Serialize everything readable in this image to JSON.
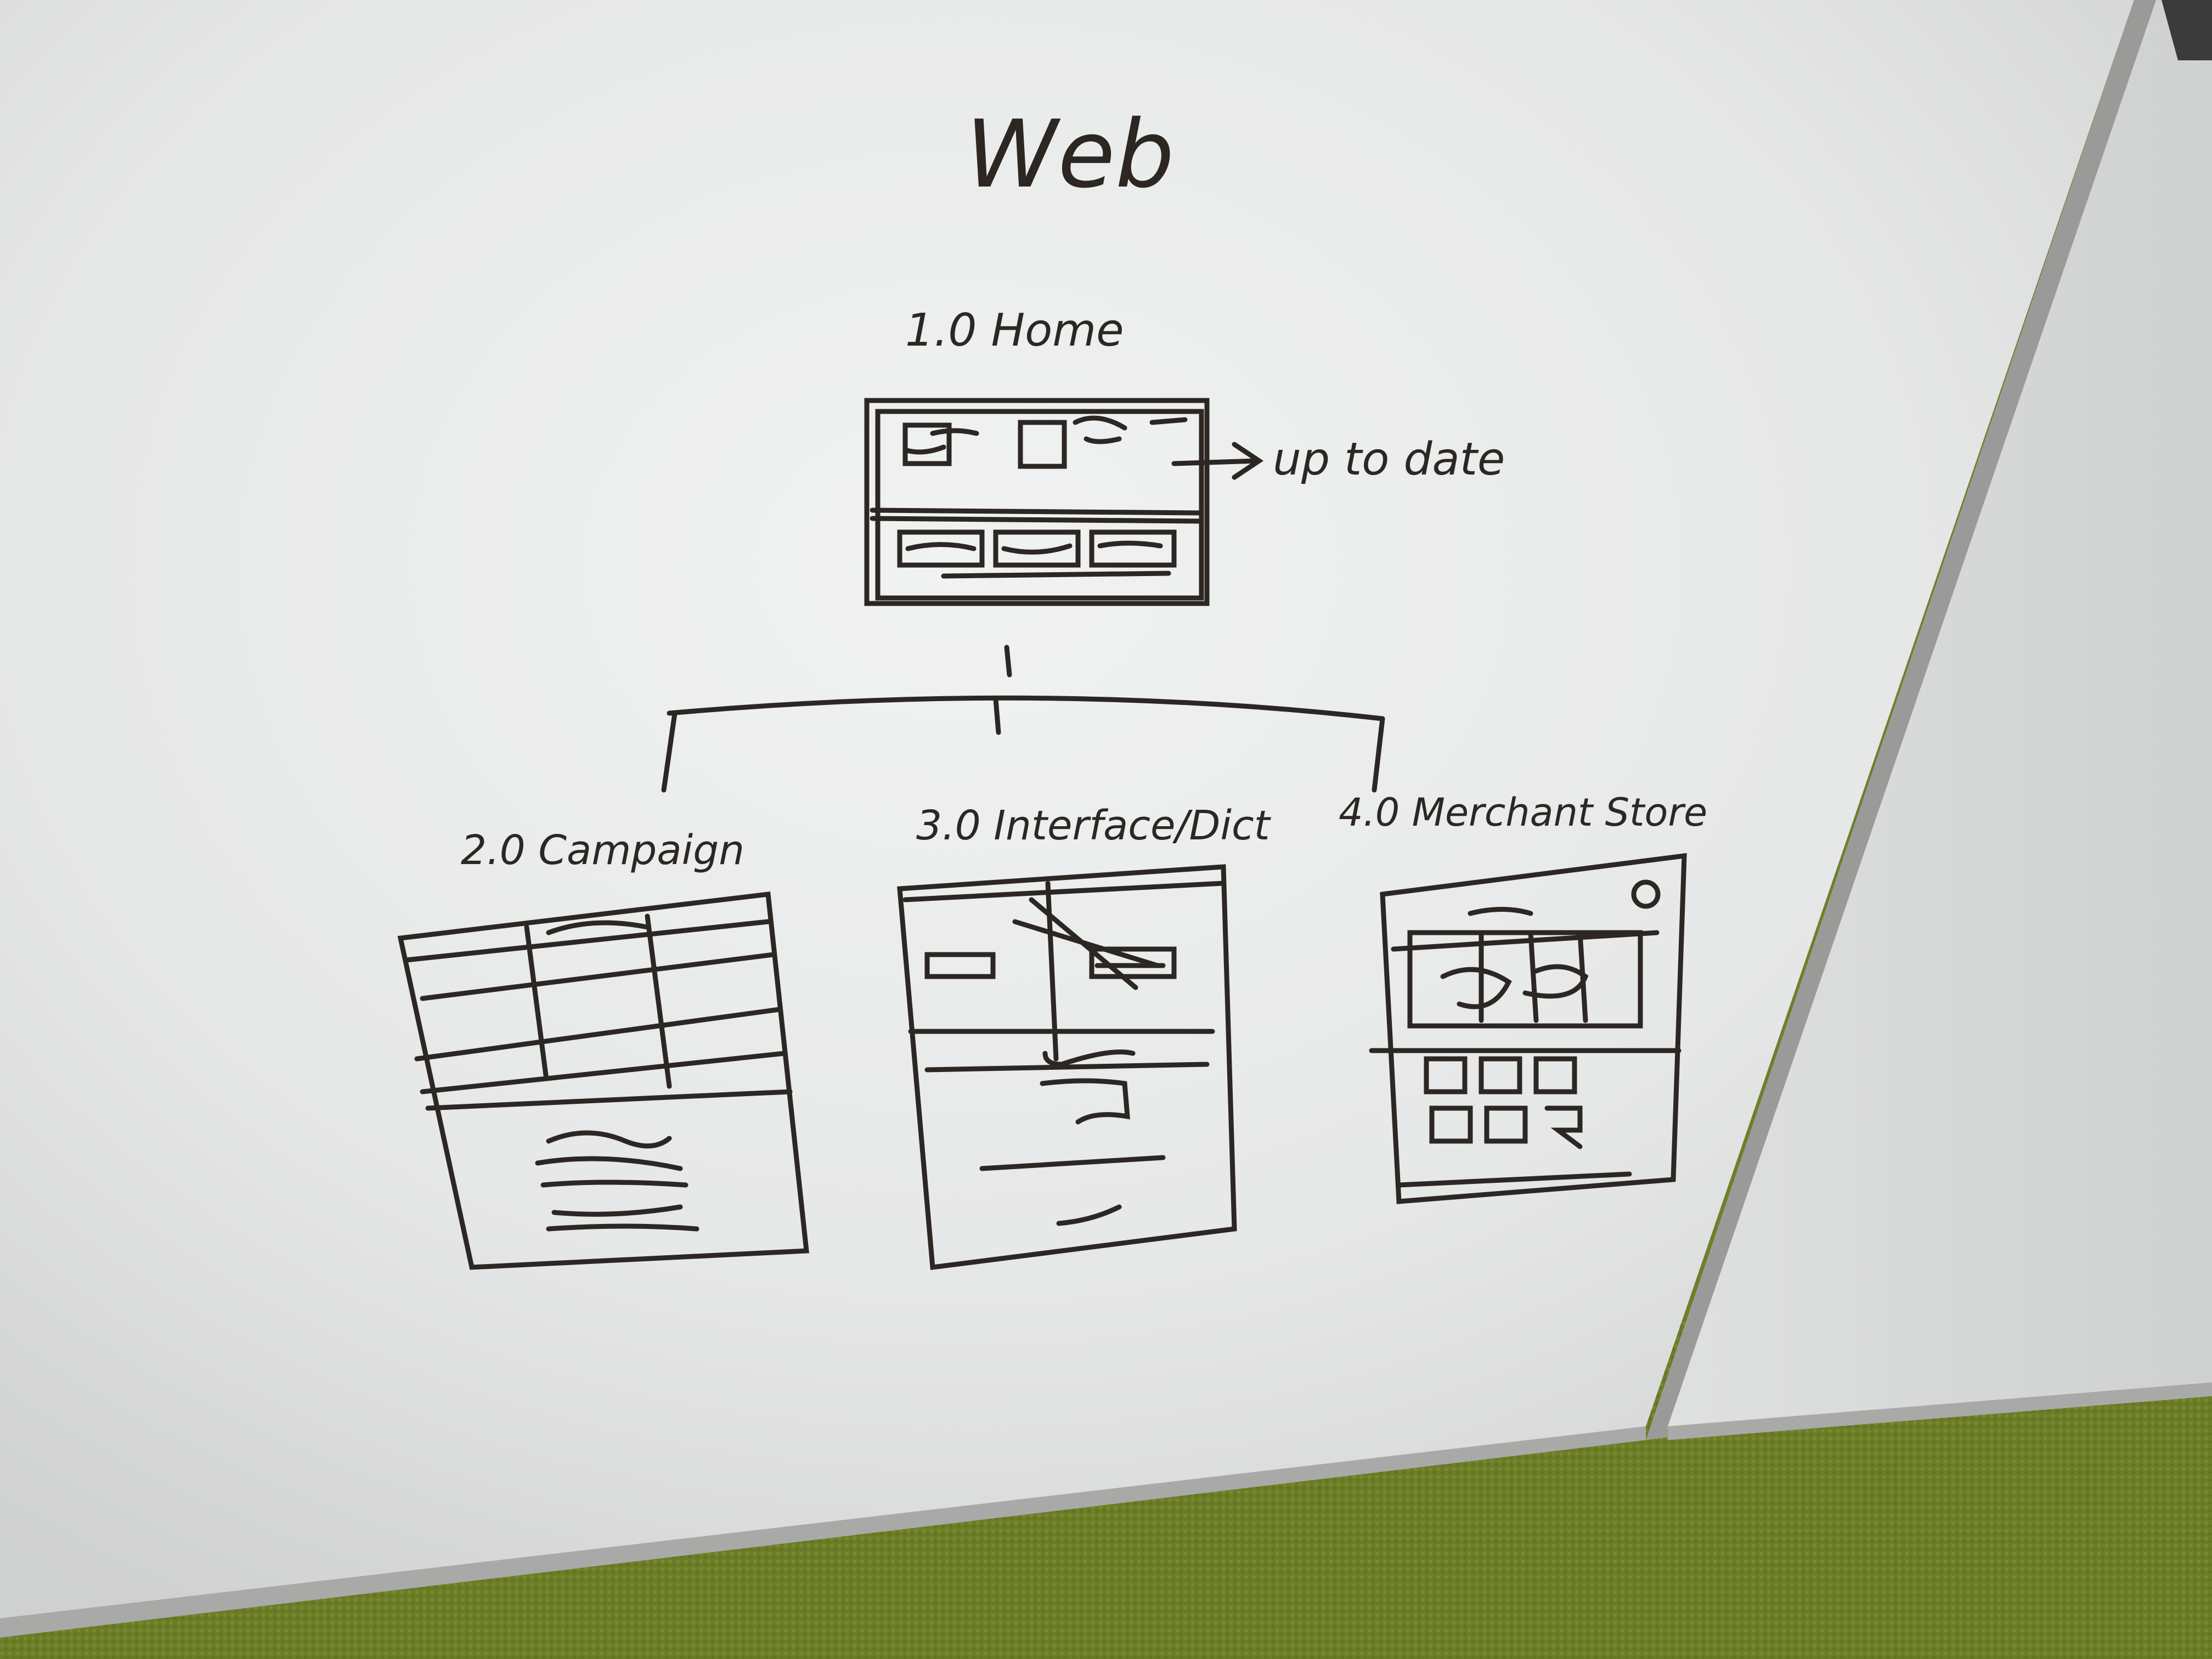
{
  "title": "Web",
  "home": {
    "label": "1.0 Home",
    "annotation": "up to date"
  },
  "pages": [
    {
      "label": "2.0 Campaign"
    },
    {
      "label": "3.0 Interface/Dict"
    },
    {
      "label": "4.0 Merchant Store"
    }
  ],
  "colors": {
    "board": "#e9eaea",
    "ink": "#2c2723",
    "carpet": "#6e7f2a",
    "frame": "#a9aaa8"
  }
}
